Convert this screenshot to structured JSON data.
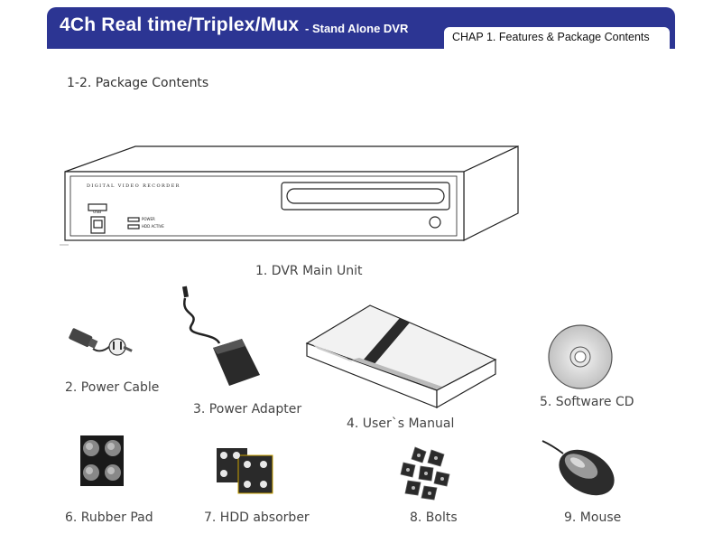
{
  "header": {
    "title": "4Ch Real time/Triplex/Mux",
    "subtitle": "- Stand Alone DVR",
    "chapter": "CHAP 1. Features & Package Contents"
  },
  "section_title": "1-2. Package Contents",
  "dvr_front": {
    "brand": "DIGITAL VIDEO RECORDER",
    "usb": "USB",
    "power_led": "POWER",
    "hdd_led": "HDD ACTIVE"
  },
  "items": [
    {
      "label": "1. DVR Main Unit"
    },
    {
      "label": "2. Power Cable"
    },
    {
      "label": "3. Power Adapter"
    },
    {
      "label": "4. User`s Manual"
    },
    {
      "label": "5. Software CD"
    },
    {
      "label": "6. Rubber Pad"
    },
    {
      "label": "7. HDD absorber"
    },
    {
      "label": "8. Bolts"
    },
    {
      "label": "9. Mouse"
    }
  ]
}
